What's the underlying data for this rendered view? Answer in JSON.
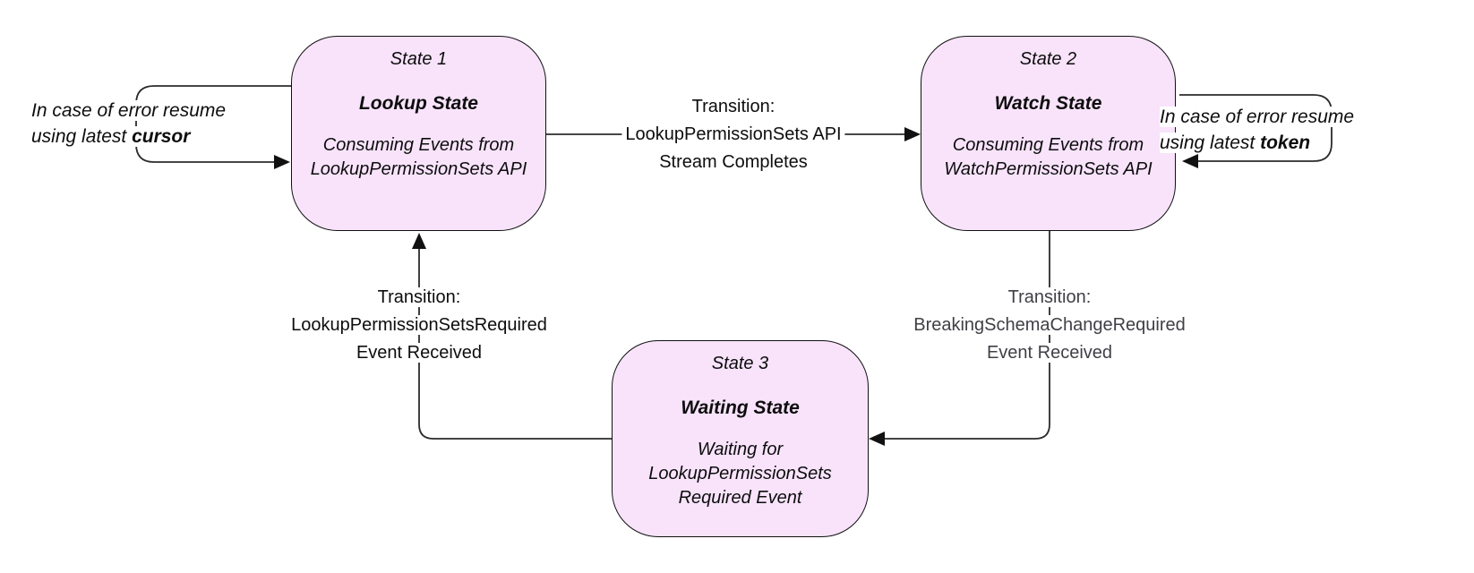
{
  "states": [
    {
      "label": "State 1",
      "title": "Lookup State",
      "description": "Consuming Events from LookupPermissionSets API"
    },
    {
      "label": "State 2",
      "title": "Watch State",
      "description": "Consuming Events from WatchPermissionSets API"
    },
    {
      "label": "State 3",
      "title": "Waiting State",
      "description": "Waiting for LookupPermissionSets Required Event"
    }
  ],
  "transitions": {
    "lookup_to_watch": {
      "line1": "Transition:",
      "line2": "LookupPermissionSets API",
      "line3": "Stream Completes"
    },
    "waiting_to_lookup": {
      "line1": "Transition:",
      "line2": "LookupPermissionSetsRequired",
      "line3": "Event Received"
    },
    "watch_to_waiting": {
      "line1": "Transition:",
      "line2": "BreakingSchemaChangeRequired",
      "line3": "Event Received"
    }
  },
  "annotations": {
    "left": {
      "line1": "In case of error resume",
      "line2_prefix": "using latest ",
      "line2_bold": "cursor"
    },
    "right": {
      "line1": "In case of error resume",
      "line2_prefix": "using latest ",
      "line2_bold": "token"
    }
  },
  "colors": {
    "state_fill": "#F8E3FB",
    "state_border": "#111111",
    "connector_line": "#2B2B2B",
    "text": "#0D0D0D",
    "muted_transition_text": "#3F3F46",
    "background": "#FFFFFF"
  }
}
